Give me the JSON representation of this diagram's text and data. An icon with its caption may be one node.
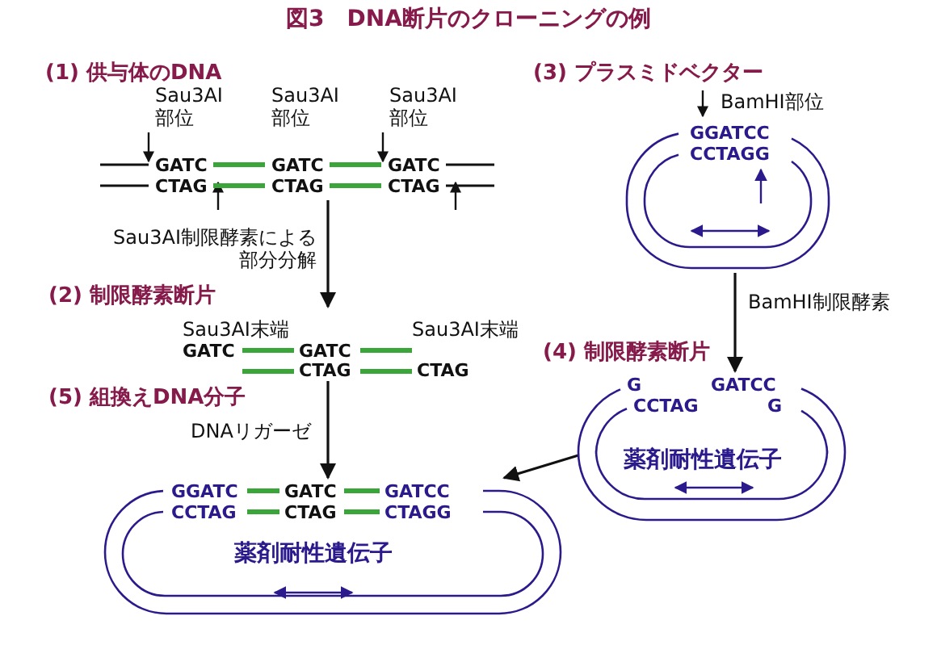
{
  "diagram": {
    "title": "図3　DNA断片のクローニングの例",
    "nodes": [
      {
        "text": [
          "GATC",
          "GATC",
          "GATC",
          "CTAG",
          "CTAG",
          "CTAG"
        ]
      },
      {
        "text": [
          "GATC",
          "GATC",
          "CTAG",
          "CTAG"
        ]
      },
      {
        "text": [
          "GGATCC",
          "CCTAGG"
        ]
      },
      {
        "text": [
          "G",
          "GATCC",
          "CCTAG",
          "G",
          "薬剤耐性遺伝子"
        ]
      },
      {
        "text": [
          "GGATC",
          "GATC",
          "GATCC",
          "CCTAG",
          "CTAG",
          "CTAGG",
          "薬剤耐性遺伝子"
        ]
      }
    ],
    "edges": [
      {
        "from": 0,
        "to": 1,
        "arrow": "to",
        "label": "Sau3AI制限酵素による部分分解"
      },
      {
        "from": 2,
        "to": 3,
        "arrow": "to",
        "label": "BamHI制限酵素"
      },
      {
        "from": 1,
        "to": 4,
        "arrow": "to",
        "label": "DNAリガーゼ"
      },
      {
        "from": 3,
        "to": 4,
        "arrow": "to"
      }
    ],
    "labels": [
      "(1) 供与体のDNA",
      "Sau3AI 部位",
      "Sau3AI 部位",
      "Sau3AI 部位",
      "(3) プラスミドベクター",
      "BamHI部位",
      "(2) 制限酵素断片",
      "Sau3AI末端",
      "Sau3AI末端",
      "(4) 制限酵素断片",
      "(5) 組換えDNA分子"
    ]
  }
}
